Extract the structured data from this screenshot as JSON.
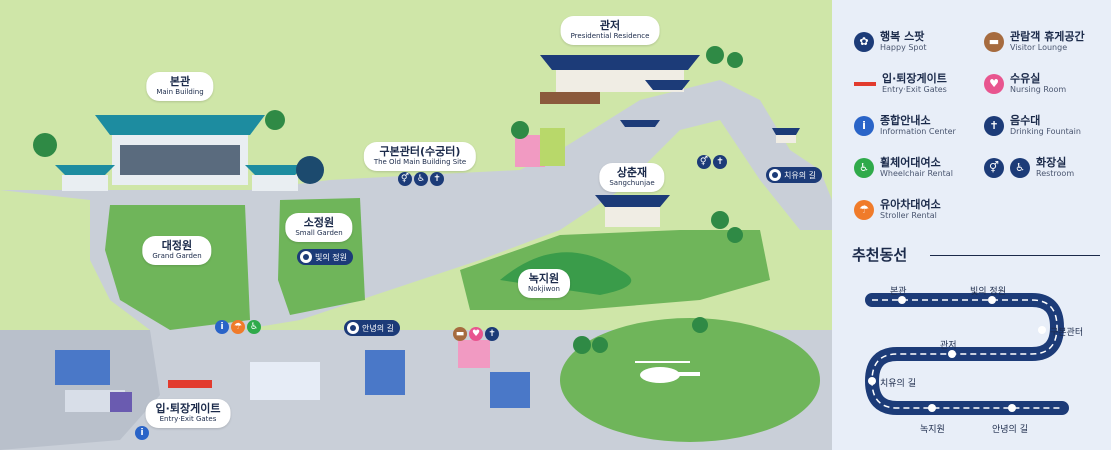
{
  "map": {
    "buildings": {
      "main_building": {
        "ko": "본관",
        "en": "Main Building"
      },
      "presidential_residence": {
        "ko": "관저",
        "en": "Presidential Residence"
      },
      "old_main_building_site": {
        "ko": "구본관터(수궁터)",
        "en": "The Old Main Building Site"
      },
      "small_garden": {
        "ko": "소정원",
        "en": "Small Garden"
      },
      "sangchunjae": {
        "ko": "상춘재",
        "en": "Sangchunjae"
      },
      "grand_garden": {
        "ko": "대정원",
        "en": "Grand Garden"
      },
      "nokjiwon": {
        "ko": "녹지원",
        "en": "Nokjiwon"
      },
      "entry_exit_gate": {
        "ko": "입·퇴장게이트",
        "en": "Entry·Exit Gates"
      }
    },
    "spots": {
      "garden_of_light": "빛의 정원",
      "healing_road": "치유의 길",
      "farewell_road": "안녕의 길"
    }
  },
  "legend": {
    "items": {
      "happy_spot": {
        "ko": "행복 스팟",
        "en": "Happy Spot"
      },
      "visitor_lounge": {
        "ko": "관람객 휴게공간",
        "en": "Visitor Lounge"
      },
      "entry_exit_gates": {
        "ko": "입·퇴장게이트",
        "en": "Entry·Exit Gates"
      },
      "nursing_room": {
        "ko": "수유실",
        "en": "Nursing Room"
      },
      "information_center": {
        "ko": "종합안내소",
        "en": "Information Center"
      },
      "drinking_fountain": {
        "ko": "음수대",
        "en": "Drinking Fountain"
      },
      "wheelchair_rental": {
        "ko": "휠체어대여소",
        "en": "Wheelchair Rental"
      },
      "restroom": {
        "ko": "화장실",
        "en": "Restroom"
      },
      "stroller_rental": {
        "ko": "유아차대여소",
        "en": "Stroller Rental"
      }
    },
    "route_title": "추천동선",
    "route_stops": {
      "main_building": "본관",
      "garden_of_light": "빛의 정원",
      "old_main_site": "구본관터",
      "residence": "관저",
      "healing_road": "치유의 길",
      "nokjiwon": "녹지원",
      "farewell_road": "안녕의 길"
    }
  },
  "colors": {
    "grass": "#6fb55a",
    "light_grass": "#cfe6a8",
    "path": "#c9cfd8",
    "navy": "#1c3b78",
    "teal_roof": "#1d8ca0",
    "gate_red": "#e23b2e",
    "legend_bg": "#e8eef8"
  }
}
